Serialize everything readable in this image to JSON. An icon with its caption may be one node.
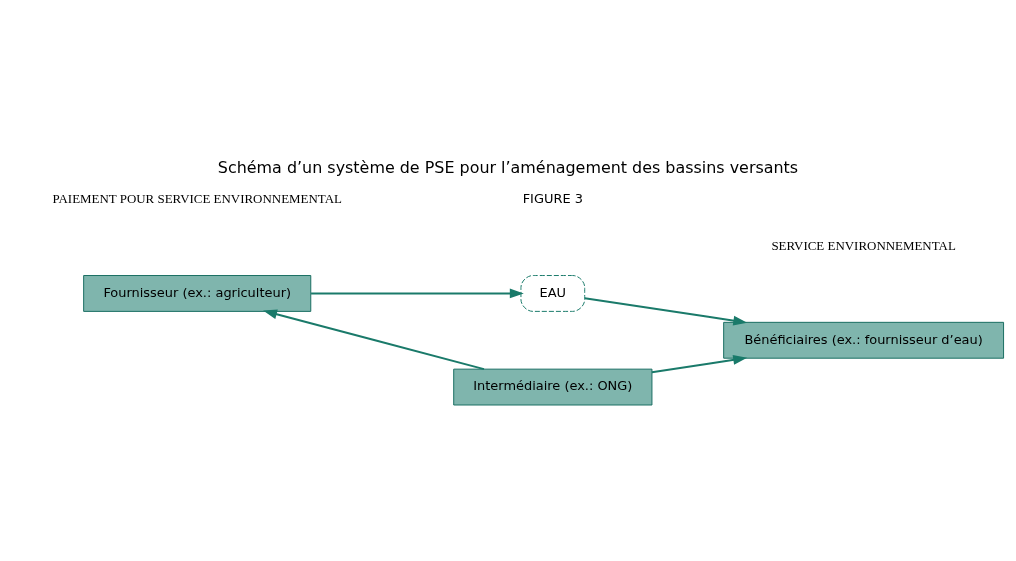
{
  "diagram": {
    "title": "Schéma d’un système de PSE pour l’aménagement des bassins versants",
    "nodes": [
      {
        "text": [
          "Fournisseur (ex.: agriculteur)"
        ]
      },
      {
        "text": [
          "EAU"
        ]
      },
      {
        "text": [
          "Intermédiaire (ex.: ONG)"
        ]
      },
      {
        "text": [
          "Bénéficiaires (ex.: fournisseur d’eau)"
        ]
      }
    ],
    "edges": [
      {
        "from": 0,
        "to": 1,
        "arrow": "to"
      },
      {
        "from": 1,
        "to": 3,
        "arrow": "to"
      },
      {
        "from": 2,
        "to": 0,
        "arrow": "to"
      },
      {
        "from": 2,
        "to": 3,
        "arrow": "to"
      }
    ],
    "labels": [
      "FIGURE 3",
      "SERVICE ENVIRONNEMENTAL",
      "PAIEMENT POUR SERVICE ENVIRONNEMENTAL"
    ]
  }
}
